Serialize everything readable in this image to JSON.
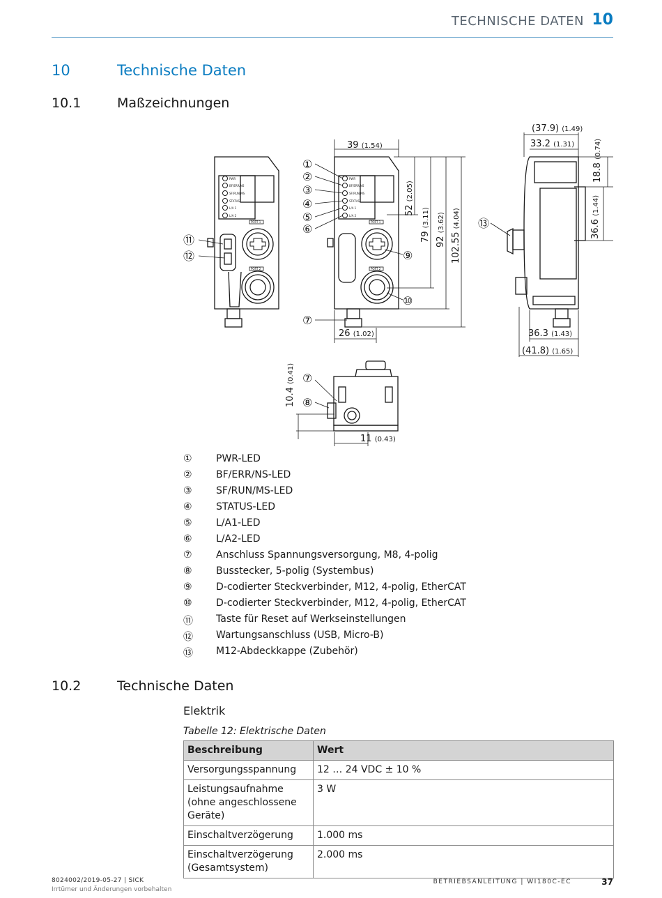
{
  "header": {
    "title": "TECHNISCHE DATEN",
    "chapter_number": "10"
  },
  "chapter": {
    "number": "10",
    "title": "Technische Daten"
  },
  "section1": {
    "number": "10.1",
    "title": "Maßzeichnungen"
  },
  "drawing": {
    "dims": {
      "d379": "(37.9)",
      "d379u": "(1.49)",
      "d332": "33.2",
      "d332u": "(1.31)",
      "d188": "18.8",
      "d188u": "(0.74)",
      "d366": "36.6",
      "d366u": "(1.44)",
      "d39": "39",
      "d39u": "(1.54)",
      "d52": "52",
      "d52u": "(2.05)",
      "d79": "79",
      "d79u": "(3.11)",
      "d92": "92",
      "d92u": "(3.62)",
      "d10255": "102.55",
      "d10255u": "(4.04)",
      "d26": "26",
      "d26u": "(1.02)",
      "d363": "36.3",
      "d363u": "(1.43)",
      "d418": "(41.8)",
      "d418u": "(1.65)",
      "d104": "10.4",
      "d104u": "(0.41)",
      "d11": "11",
      "d11u": "(0.43)"
    },
    "callouts": [
      "①",
      "②",
      "③",
      "④",
      "⑤",
      "⑥",
      "⑦",
      "⑧",
      "⑨",
      "⑩",
      "⑪",
      "⑫",
      "⑬"
    ],
    "led_labels": [
      "PWR",
      "BF/ERR/NS",
      "SF/RUN/MS",
      "STATUS",
      "L/A 1",
      "L/A 2"
    ],
    "port1": "PORT 1",
    "port2": "PORT 2"
  },
  "legend": [
    {
      "num": "①",
      "text": "PWR-LED"
    },
    {
      "num": "②",
      "text": "BF/ERR/NS-LED"
    },
    {
      "num": "③",
      "text": "SF/RUN/MS-LED"
    },
    {
      "num": "④",
      "text": "STATUS-LED"
    },
    {
      "num": "⑤",
      "text": "L/A1-LED"
    },
    {
      "num": "⑥",
      "text": "L/A2-LED"
    },
    {
      "num": "⑦",
      "text": "Anschluss Spannungsversorgung, M8, 4-polig"
    },
    {
      "num": "⑧",
      "text": "Busstecker, 5-polig (Systembus)"
    },
    {
      "num": "⑨",
      "text": "D-codierter Steckverbinder, M12, 4-polig, EtherCAT"
    },
    {
      "num": "⑩",
      "text": "D-codierter Steckverbinder, M12, 4-polig, EtherCAT"
    },
    {
      "num": "⑪",
      "text": "Taste für Reset auf Werkseinstellungen"
    },
    {
      "num": "⑫",
      "text": "Wartungsanschluss (USB, Micro-B)"
    },
    {
      "num": "⑬",
      "text": "M12-Abdeckkappe (Zubehör)"
    }
  ],
  "section2": {
    "number": "10.2",
    "title": "Technische Daten"
  },
  "subhead": "Elektrik",
  "table": {
    "caption": "Tabelle 12: Elektrische Daten",
    "headers": [
      "Beschreibung",
      "Wert"
    ],
    "rows": [
      [
        "Versorgungsspannung",
        "12 … 24 VDC ± 10 %"
      ],
      [
        "Leistungsaufnahme (ohne angeschlossene Geräte)",
        "3 W"
      ],
      [
        "Einschaltverzögerung",
        "1.000 ms"
      ],
      [
        "Einschaltverzögerung (Gesamtsystem)",
        "2.000 ms"
      ]
    ]
  },
  "footer": {
    "doc": "8024002/2019-05-27 | SICK",
    "note": "Irrtümer und Änderungen vorbehalten",
    "title": "BETRIEBSANLEITUNG | WI180C-EC",
    "page": "37"
  }
}
